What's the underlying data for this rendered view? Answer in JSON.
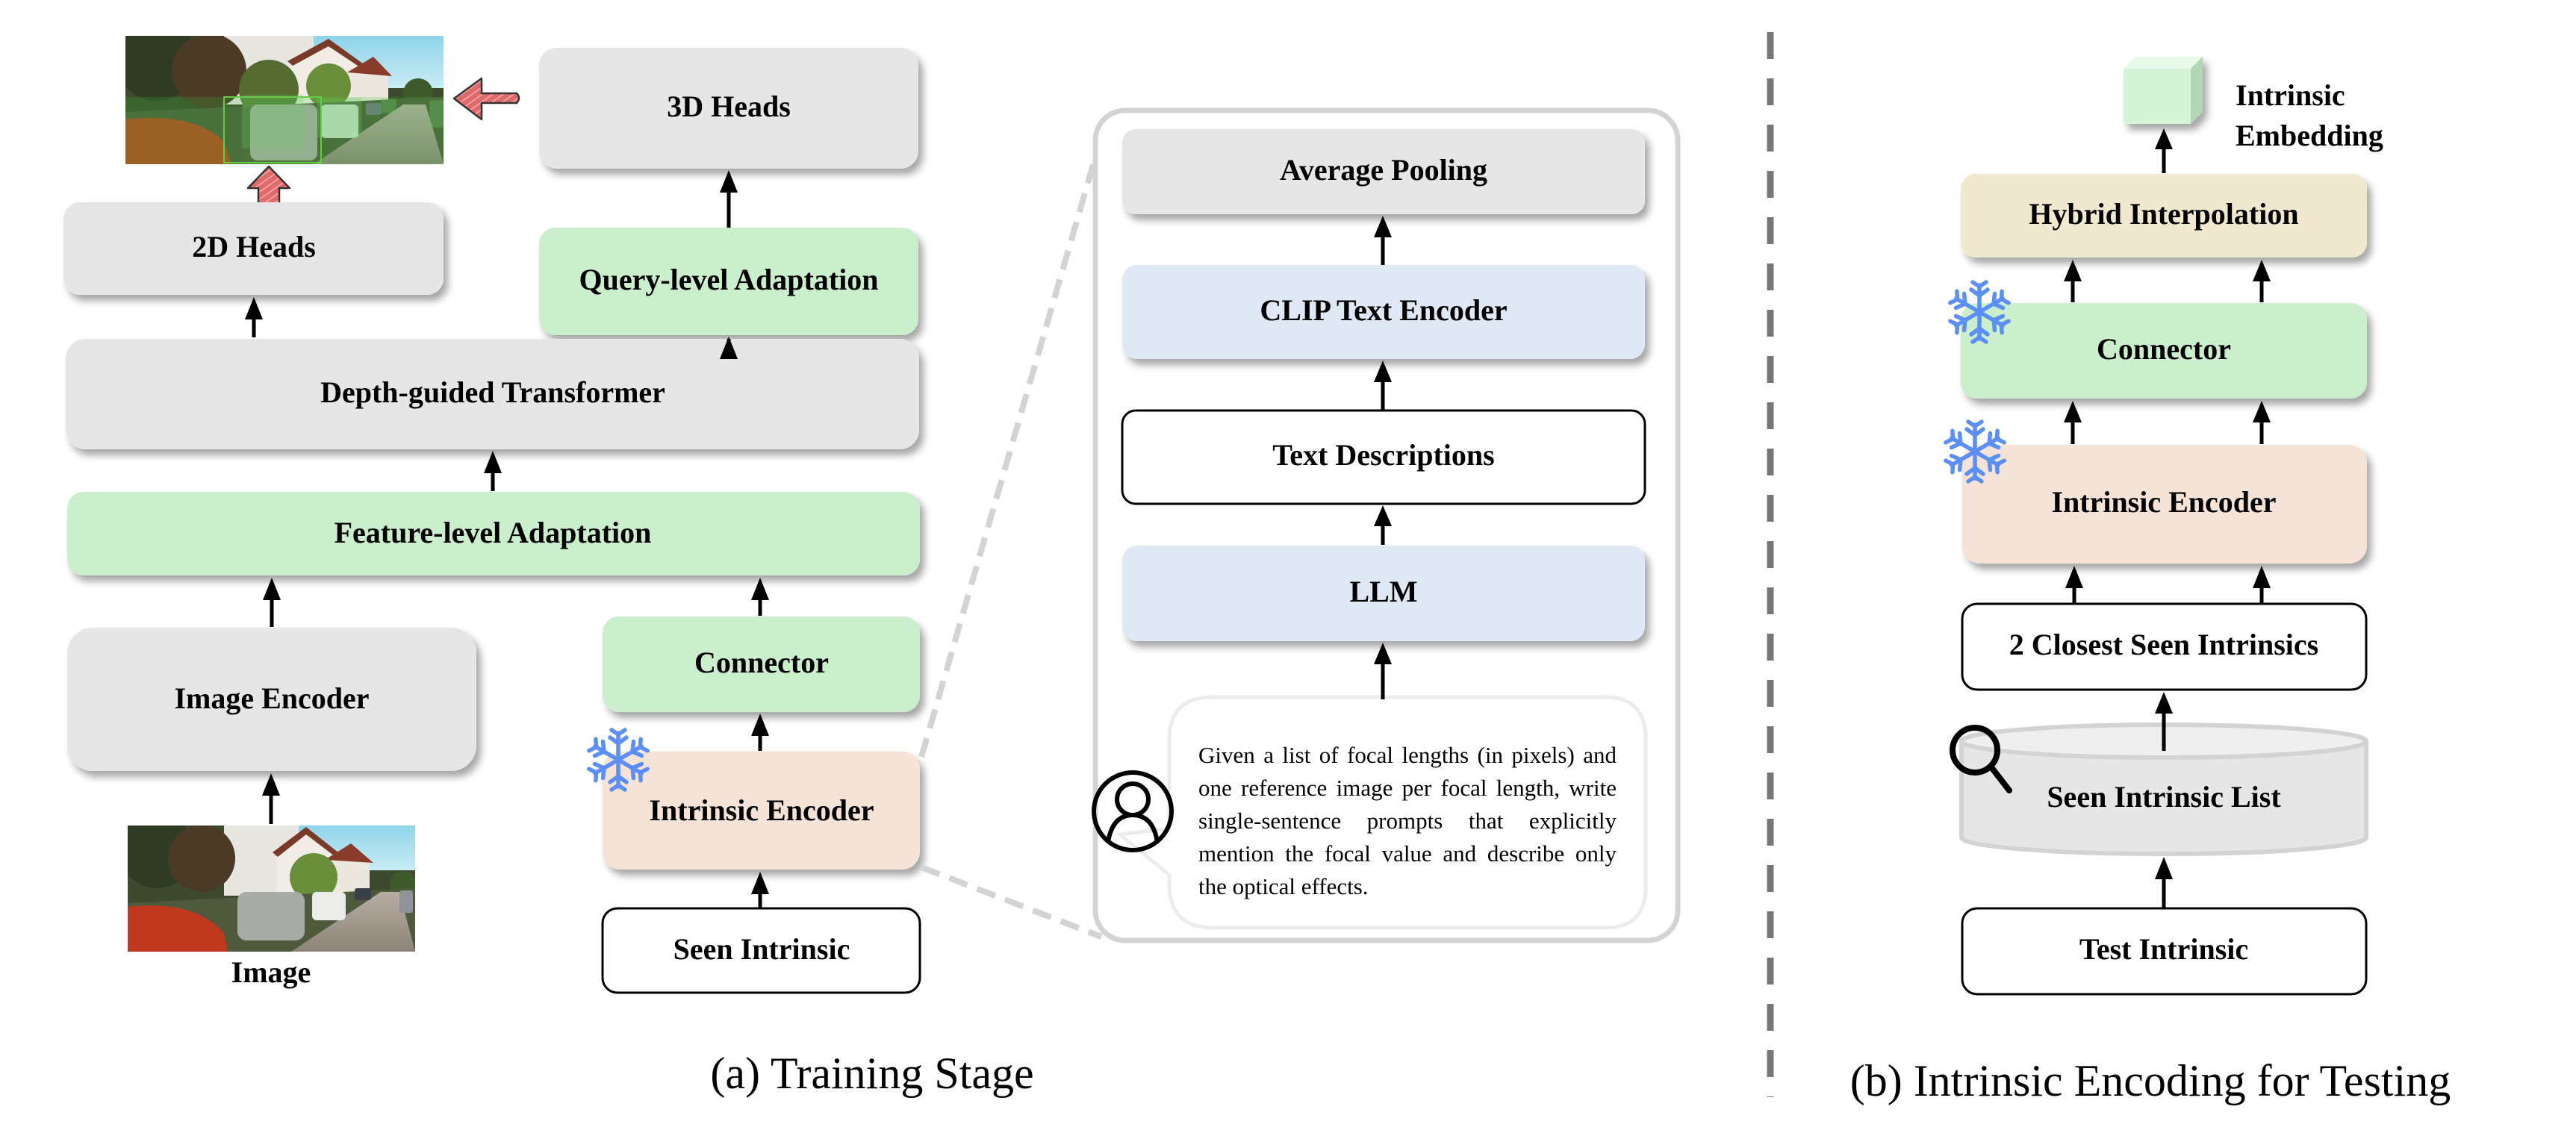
{
  "colors": {
    "gray_box": "#e6e6e6",
    "green_box": "#cbeecd",
    "peach_box": "#f5e3d8",
    "blue_box": "#dfe8f4",
    "tan_box": "#f0e9cf",
    "white_box": "#ffffff",
    "arrow": "#000000",
    "highlight_arrow": "#e06a6a",
    "snowflake": "#5b8ff5",
    "divider": "#777777",
    "zoom_dash": "#d3d3d3",
    "embedding_cube": "#d6f5d8"
  },
  "training": {
    "caption": "(a) Training Stage",
    "output_image_label": "3D detection output (image with green 3D boxes)",
    "heads_3d": "3D Heads",
    "heads_2d": "2D Heads",
    "query_adaptation": "Query-level Adaptation",
    "depth_transformer": "Depth-guided Transformer",
    "feature_adaptation": "Feature-level Adaptation",
    "image_encoder": "Image Encoder",
    "connector": "Connector",
    "intrinsic_encoder": "Intrinsic Encoder",
    "seen_intrinsic": "Seen Intrinsic",
    "input_image_label": "Image",
    "intrinsic_encoder_frozen": true
  },
  "intrinsic_encoder_detail": {
    "average_pooling": "Average Pooling",
    "clip_text_encoder": "CLIP Text Encoder",
    "text_descriptions": "Text Descriptions",
    "llm": "LLM",
    "prompt_icon": "user-icon",
    "prompt": "Given a list of focal lengths (in pixels) and one reference image per focal length, write single-sentence prompts that explicitly mention the focal value and describe only the optical effects."
  },
  "testing": {
    "caption": "(b) Intrinsic Encoding for Testing",
    "embedding_line1": "Intrinsic",
    "embedding_line2": "Embedding",
    "hybrid_interpolation": "Hybrid Interpolation",
    "connector": "Connector",
    "intrinsic_encoder": "Intrinsic Encoder",
    "closest_seen": "2 Closest Seen Intrinsics",
    "seen_list": "Seen Intrinsic List",
    "test_intrinsic": "Test Intrinsic",
    "connector_frozen": true,
    "intrinsic_encoder_frozen": true,
    "search_icon": "magnifier-icon"
  }
}
